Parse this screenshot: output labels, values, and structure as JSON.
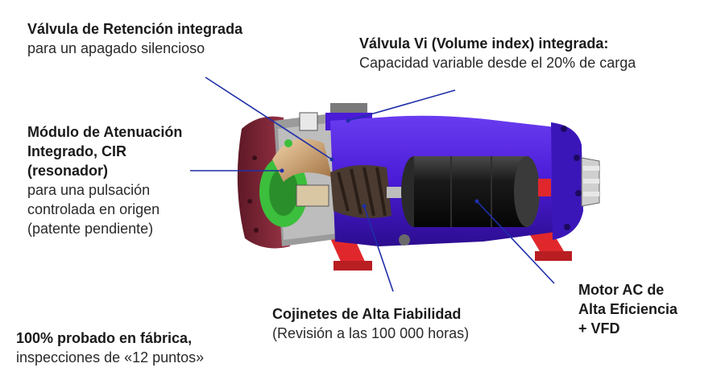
{
  "labels": {
    "check_valve": {
      "title": "Válvula de Retención integrada",
      "subtitle": "para un apagado silencioso"
    },
    "vi_valve": {
      "title": "Válvula Vi (Volume index) integrada:",
      "subtitle": "Capacidad variable desde el 20% de carga"
    },
    "attenuation": {
      "title_line1": "Módulo de Atenuación",
      "title_line2": "Integrado, CIR",
      "title_line3": "(resonador)",
      "subtitle_line1": "para una pulsación",
      "subtitle_line2": "controlada en origen",
      "subtitle_line3": "(patente pendiente)"
    },
    "bearings": {
      "title": "Cojinetes de Alta Fiabilidad",
      "subtitle": "(Revisión a las 100 000 horas)"
    },
    "motor": {
      "title_line1": "Motor AC de",
      "title_line2": "Alta Eficiencia",
      "title_line3": "+ VFD"
    },
    "tested": {
      "title": "100% probado en fábrica,",
      "subtitle": "inspecciones de «12 puntos»"
    }
  },
  "colors": {
    "housing_purple": "#4a1bd6",
    "housing_dark_purple": "#2c0d8f",
    "end_cover_maroon": "#8a2a3a",
    "green_module": "#3cbf3c",
    "motor_black": "#151515",
    "feet_red": "#e0282c",
    "leader_line": "#1f2fa8"
  }
}
